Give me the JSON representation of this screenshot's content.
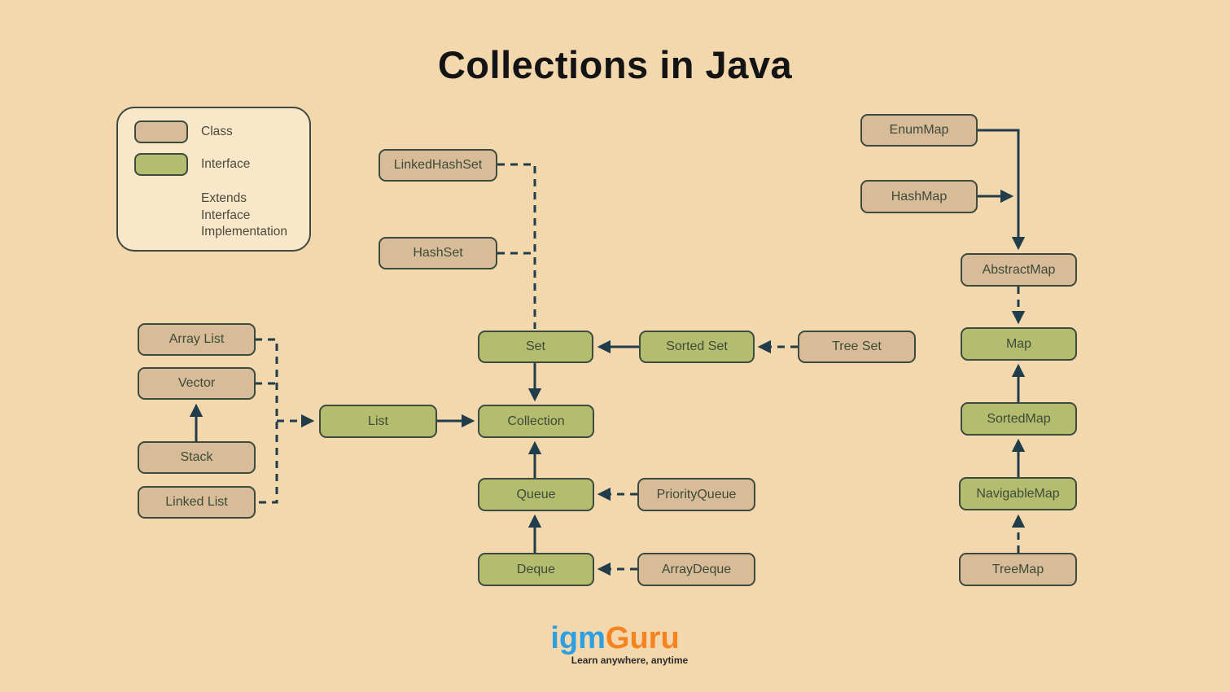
{
  "title": "Collections in Java",
  "legend": {
    "class_label": "Class",
    "interface_label": "Interface",
    "extends_label": "Extends",
    "interface_impl_line1": "Interface",
    "interface_impl_line2": "Implementation"
  },
  "nodes": {
    "linkedhashset": {
      "label": "LinkedHashSet",
      "type": "class"
    },
    "hashset": {
      "label": "HashSet",
      "type": "class"
    },
    "set": {
      "label": "Set",
      "type": "interface"
    },
    "sortedset": {
      "label": "Sorted Set",
      "type": "interface"
    },
    "treeset": {
      "label": "Tree Set",
      "type": "class"
    },
    "arraylist": {
      "label": "Array List",
      "type": "class"
    },
    "vector": {
      "label": "Vector",
      "type": "class"
    },
    "stack": {
      "label": "Stack",
      "type": "class"
    },
    "linkedlist": {
      "label": "Linked List",
      "type": "class"
    },
    "list": {
      "label": "List",
      "type": "interface"
    },
    "collection": {
      "label": "Collection",
      "type": "interface"
    },
    "queue": {
      "label": "Queue",
      "type": "interface"
    },
    "priorityqueue": {
      "label": "PriorityQueue",
      "type": "class"
    },
    "deque": {
      "label": "Deque",
      "type": "interface"
    },
    "arraydeque": {
      "label": "ArrayDeque",
      "type": "class"
    },
    "enummap": {
      "label": "EnumMap",
      "type": "class"
    },
    "hashmap": {
      "label": "HashMap",
      "type": "class"
    },
    "abstractmap": {
      "label": "AbstractMap",
      "type": "class"
    },
    "map": {
      "label": "Map",
      "type": "interface"
    },
    "sortedmap": {
      "label": "SortedMap",
      "type": "interface"
    },
    "navigablemap": {
      "label": "NavigableMap",
      "type": "interface"
    },
    "treemap": {
      "label": "TreeMap",
      "type": "class"
    }
  },
  "logo": {
    "part1": "igm",
    "part2": "Guru",
    "tagline": "Learn anywhere, anytime"
  },
  "colors": {
    "background": "#f4d8ad",
    "class_fill": "#d8bc97",
    "interface_fill": "#b4bd6d",
    "box_border": "#3c4a40",
    "arrow": "#1f3d4a",
    "legend_fill": "#f8e7c9",
    "logo_blue": "#2e9fe0",
    "logo_orange": "#f5831f"
  }
}
